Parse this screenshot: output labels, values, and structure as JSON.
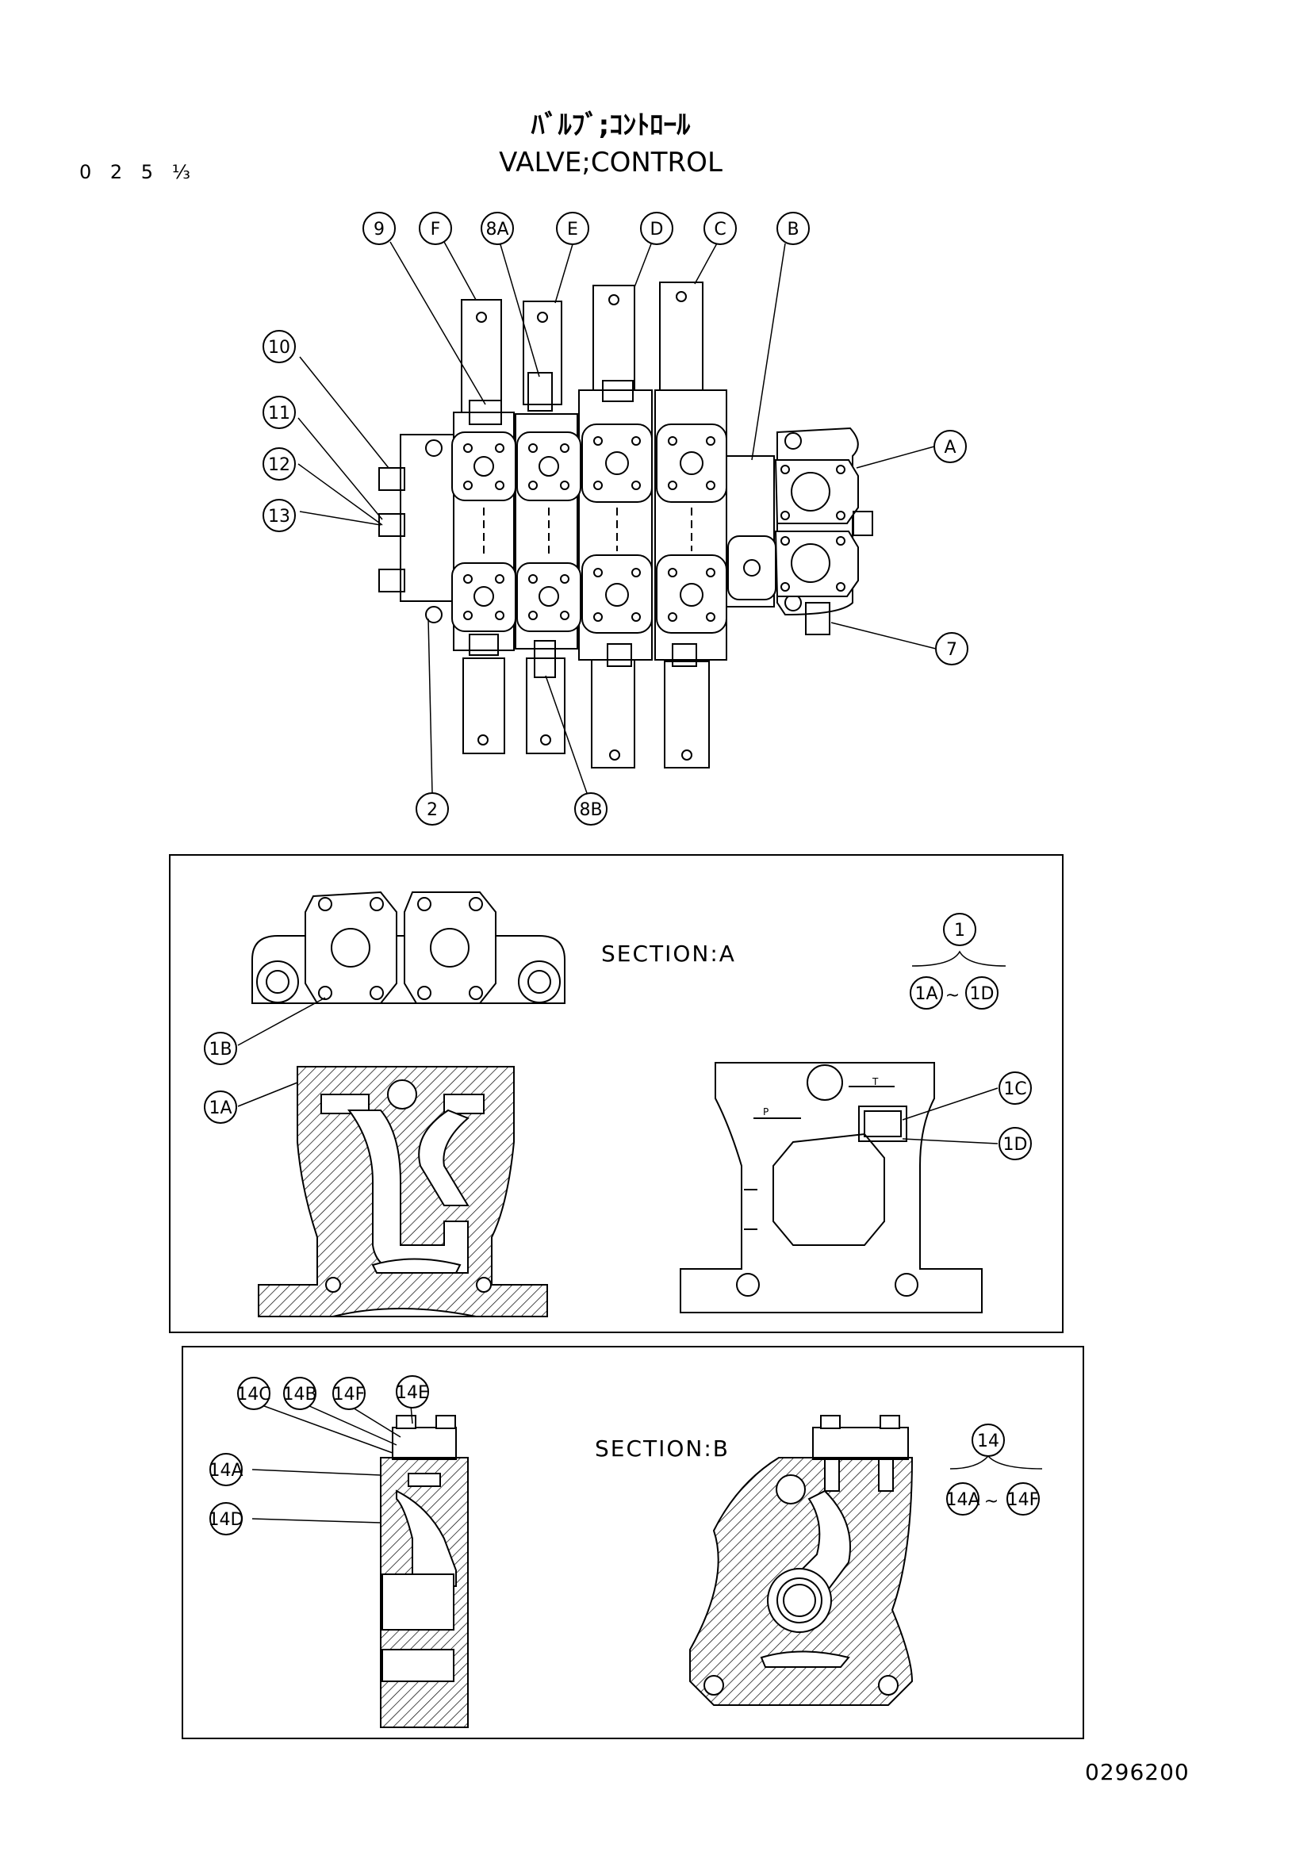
{
  "page_number": "0 2 5 ⅓",
  "title_jp": "ﾊﾞﾙﾌﾞ;ｺﾝﾄﾛｰﾙ",
  "title_en": "VALVE;CONTROL",
  "drawing_number": "0296200",
  "main_view": {
    "callouts": {
      "c9": "9",
      "cF": "F",
      "c8A": "8A",
      "cE": "E",
      "cD": "D",
      "cC": "C",
      "cB": "B",
      "c10": "10",
      "c11": "11",
      "c12": "12",
      "c13": "13",
      "cA": "A",
      "c7": "7",
      "c2": "2",
      "c8B": "8B"
    }
  },
  "section_a": {
    "label": "SECTION:A",
    "port_p": "P",
    "port_t": "T",
    "callouts": {
      "c1B": "1B",
      "c1A": "1A",
      "c1C": "1C",
      "c1D": "1D"
    },
    "group": {
      "parent": "1",
      "from": "1A",
      "to": "1D",
      "sep": "~"
    }
  },
  "section_b": {
    "label": "SECTION:B",
    "callouts": {
      "c14C": "14C",
      "c14B": "14B",
      "c14F": "14F",
      "c14E": "14E",
      "c14A": "14A",
      "c14D": "14D"
    },
    "group": {
      "parent": "14",
      "from": "14A",
      "to": "14F",
      "sep": "~"
    }
  }
}
